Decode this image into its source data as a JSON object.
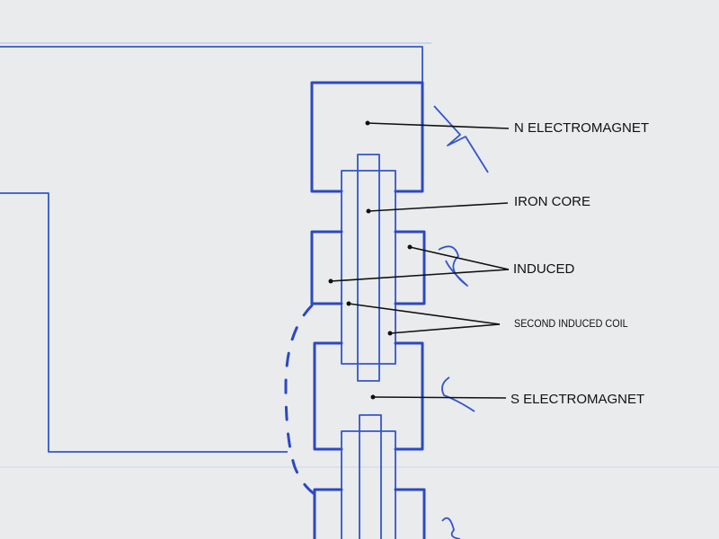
{
  "labels": {
    "n_electromagnet": "N ELECTROMAGNET",
    "iron_core": "IRON CORE",
    "induced": "INDUCED",
    "second_induced_coil": "SECOND INDUCED COIL",
    "s_electromagnet": "S ELECTROMAGNET"
  },
  "colors": {
    "ink": "#2b48c4",
    "paper": "#e9ebed",
    "annotation": "#111111"
  }
}
